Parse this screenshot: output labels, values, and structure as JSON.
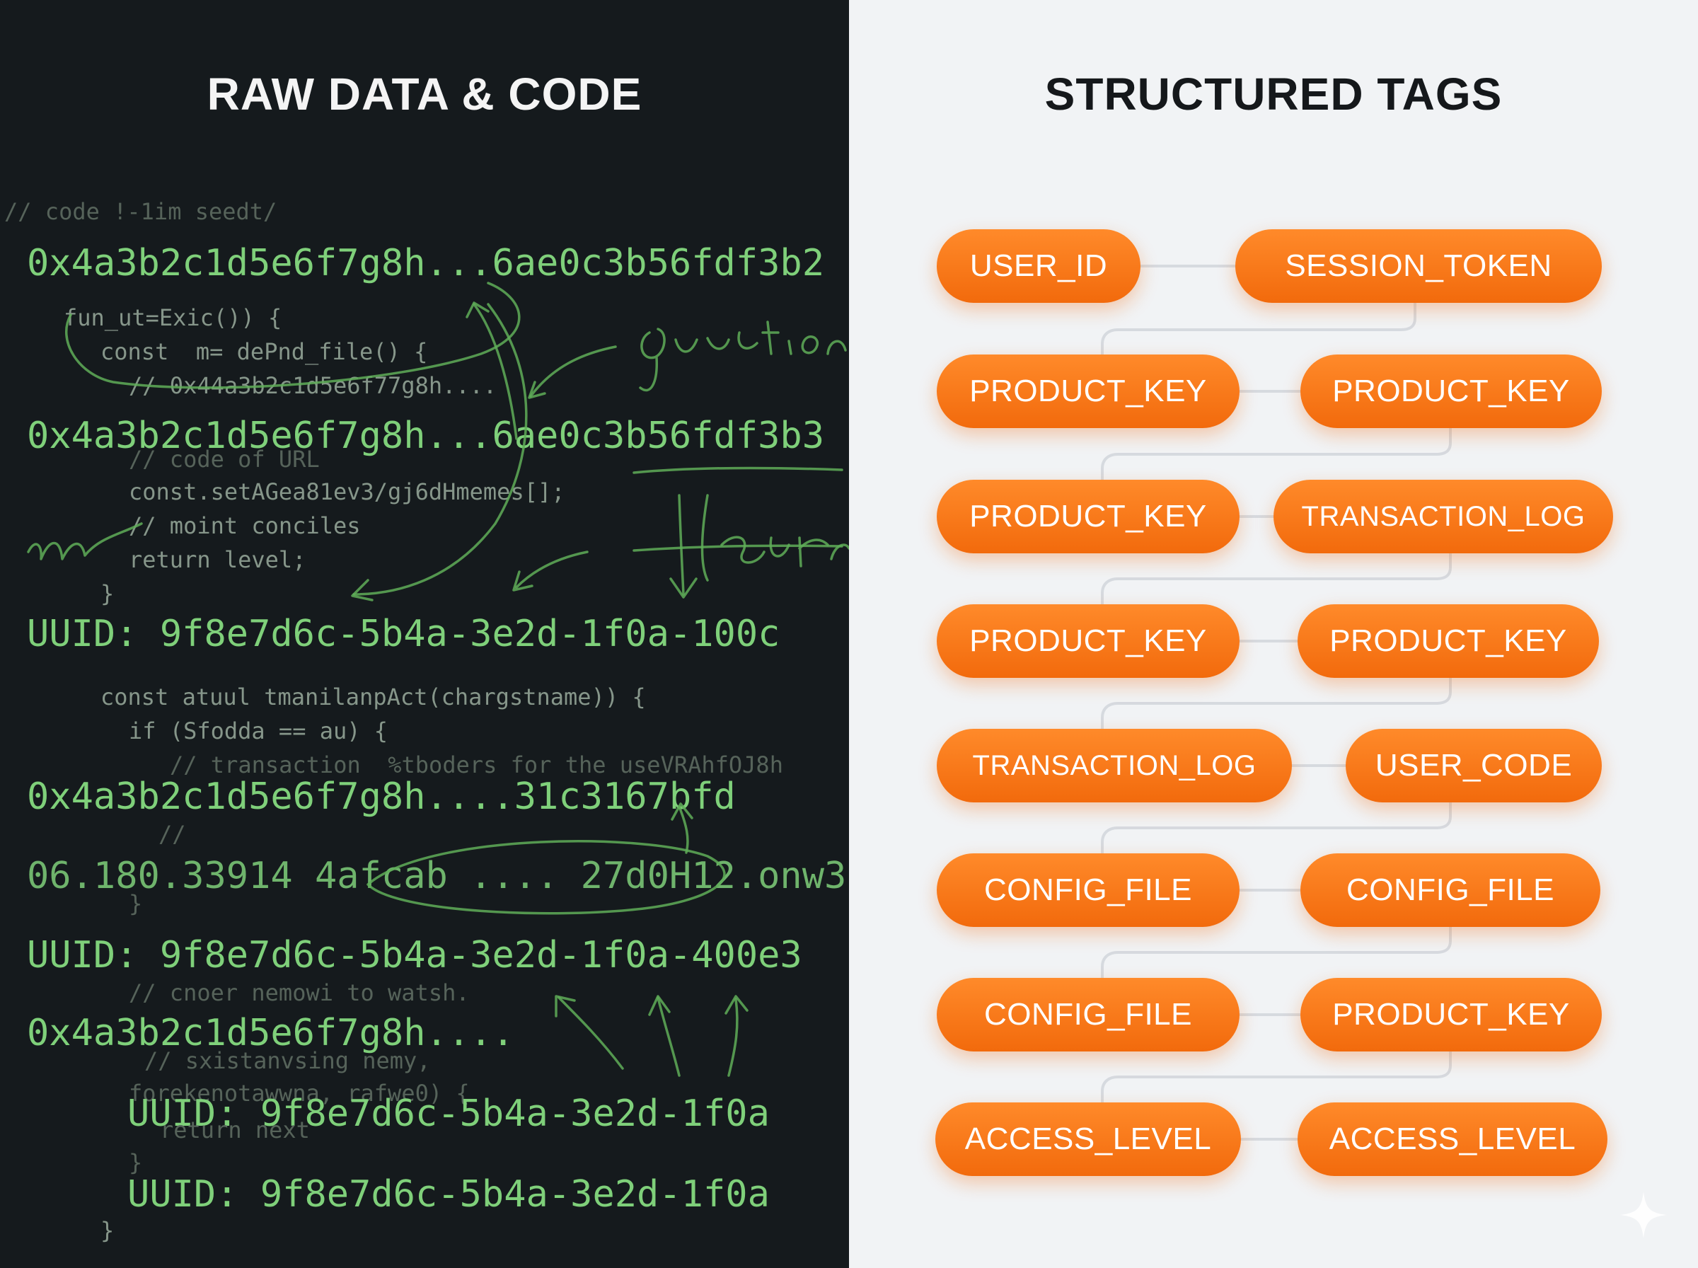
{
  "left_panel": {
    "title": "RAW DATA & CODE",
    "lines": [
      "// code !-1im seedt/",
      "0x4a3b2c1d5e6f7g8h...6ae0c3b56fdf3b2",
      "fun_ut=Exic()) {",
      "const  m= dePnd_file() {",
      "// 0x44a3b2c1d5e6f77g8h....",
      "0x4a3b2c1d5e6f7g8h...6ae0c3b56fdf3b3",
      "// code of URL",
      "const.setAGea81ev3/gj6dHmemes[];",
      "// moint conciles",
      "return level;",
      "}",
      "UUID: 9f8e7d6c-5b4a-3e2d-1f0a-100c",
      "const atuul tmanilanpAct(chargstname)) {",
      "if (Sfodda == au) {",
      "// transaction  %tboders for the useVRAhfOJ8h",
      "0x4a3b2c1d5e6f7g8h....31c3167bfd",
      "//",
      "06.180.33914 4afcab .... 27d0H12.onw3",
      "}",
      "UUID: 9f8e7d6c-5b4a-3e2d-1f0a-400e3",
      "// cnoer nemowi to watsh.",
      "0x4a3b2c1d5e6f7g8h....",
      "// sxistanvsing nemy,",
      "forekenotawwna, rafwe0) {",
      "UUID: 9f8e7d6c-5b4a-3e2d-1f0a",
      "return next",
      "}",
      "UUID: 9f8e7d6c-5b4a-3e2d-1f0a",
      "}"
    ]
  },
  "right_panel": {
    "title": "STRUCTURED TAGS",
    "rows": [
      [
        "USER_ID",
        "SESSION_TOKEN"
      ],
      [
        "PRODUCT_KEY",
        "PRODUCT_KEY"
      ],
      [
        "PRODUCT_KEY",
        "TRANSACTION_LOG"
      ],
      [
        "PRODUCT_KEY",
        "PRODUCT_KEY"
      ],
      [
        "TRANSACTION_LOG",
        "USER_CODE"
      ],
      [
        "CONFIG_FILE",
        "CONFIG_FILE"
      ],
      [
        "CONFIG_FILE",
        "PRODUCT_KEY"
      ],
      [
        "ACCESS_LEVEL",
        "ACCESS_LEVEL"
      ]
    ]
  },
  "colors": {
    "dark_bg": "#151a1d",
    "code_green": "#7fd07a",
    "light_bg": "#f1f3f5",
    "tag_orange": "#f26a0c"
  }
}
